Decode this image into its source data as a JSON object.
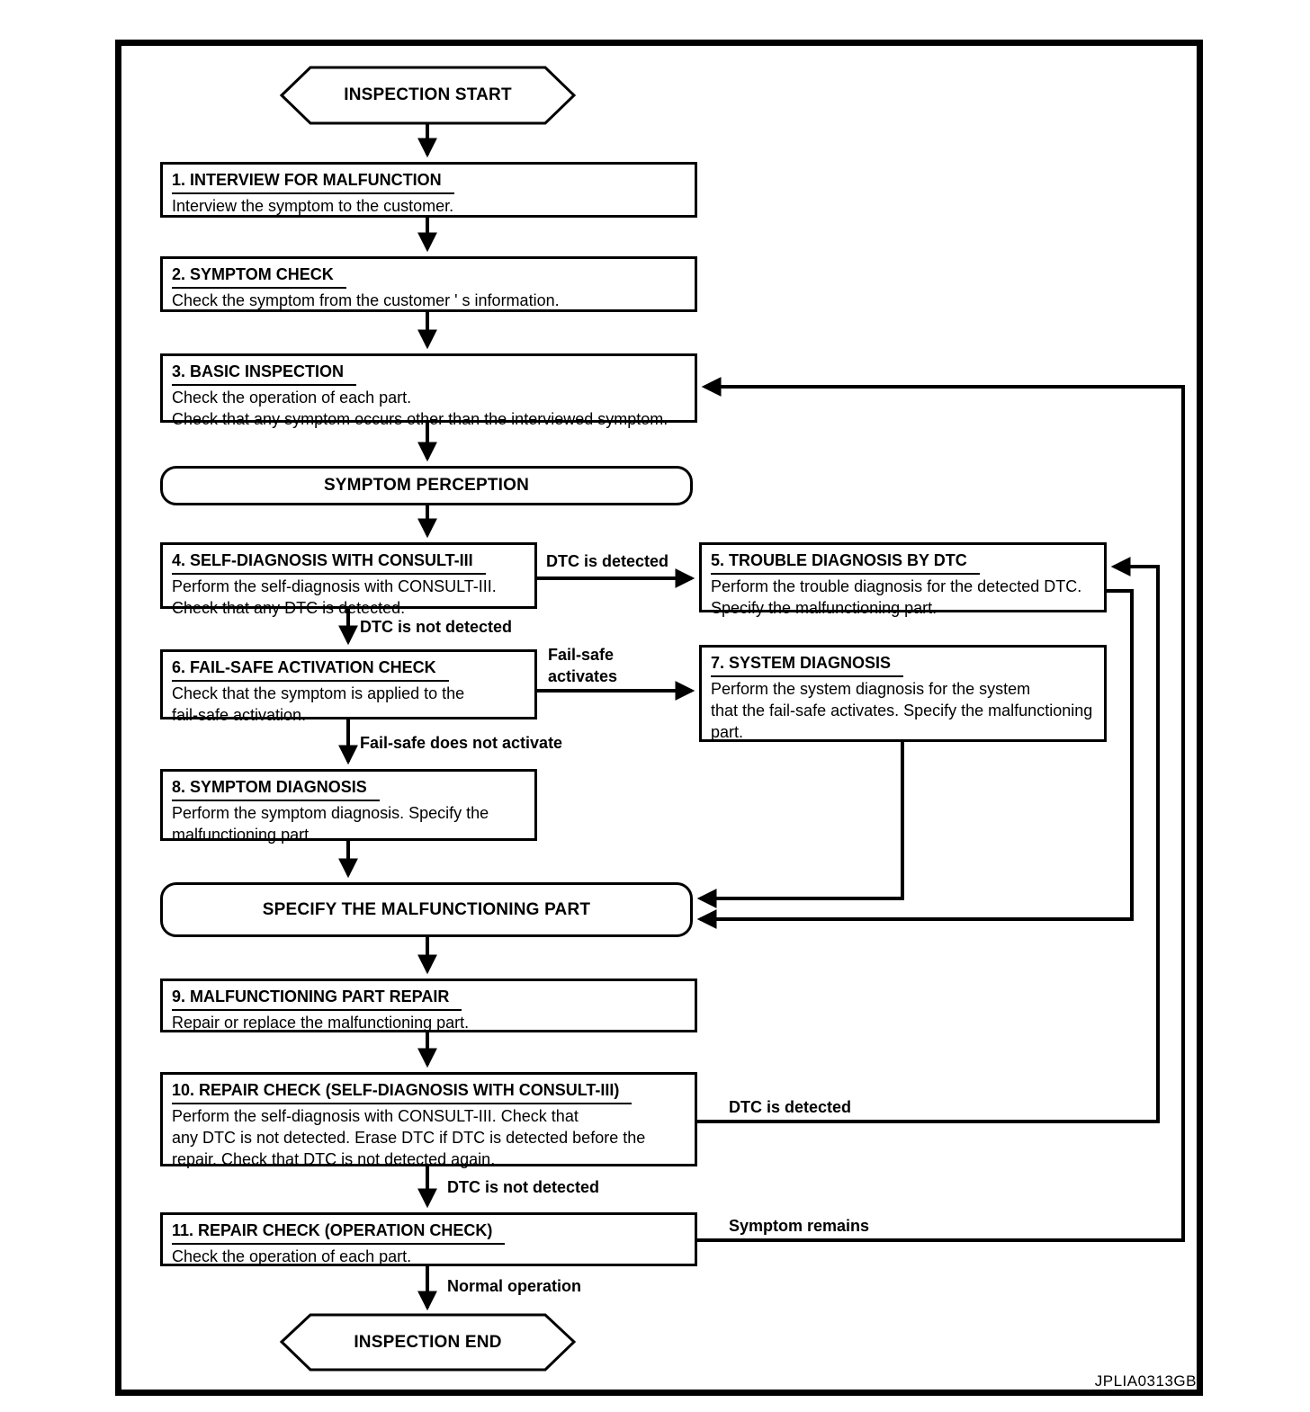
{
  "diagram": {
    "watermark": "JPLIA0313GB",
    "colors": {
      "line": "#000000",
      "background": "#ffffff"
    },
    "terminals": {
      "start": "INSPECTION START",
      "end": "INSPECTION END"
    },
    "connectors": {
      "perception": "SYMPTOM PERCEPTION",
      "specify": "SPECIFY THE MALFUNCTIONING PART"
    },
    "steps": [
      {
        "title": "1. INTERVIEW FOR MALFUNCTION",
        "body": "Interview the symptom to the customer."
      },
      {
        "title": "2. SYMPTOM CHECK",
        "body": "Check the symptom from the customer ' s information."
      },
      {
        "title": "3. BASIC INSPECTION",
        "body": "Check the operation of each part.\nCheck that any symptom occurs other than the interviewed symptom."
      },
      {
        "title": "4. SELF-DIAGNOSIS WITH CONSULT-III",
        "body": "Perform the self-diagnosis with CONSULT-III.\nCheck that any DTC is detected."
      },
      {
        "title": "5. TROUBLE DIAGNOSIS BY DTC",
        "body": "Perform the trouble diagnosis for the detected DTC.\nSpecify the malfunctioning part."
      },
      {
        "title": "6. FAIL-SAFE ACTIVATION CHECK",
        "body": "Check that the symptom is applied to the\nfail-safe activation."
      },
      {
        "title": "7. SYSTEM DIAGNOSIS",
        "body": "Perform the system diagnosis for the system\nthat the fail-safe activates. Specify the malfunctioning\npart."
      },
      {
        "title": "8. SYMPTOM DIAGNOSIS",
        "body": "Perform the symptom diagnosis. Specify the\nmalfunctioning part."
      },
      {
        "title": "9. MALFUNCTIONING PART REPAIR",
        "body": "Repair or replace the malfunctioning part."
      },
      {
        "title": "10. REPAIR CHECK (SELF-DIAGNOSIS WITH CONSULT-III)",
        "body": "Perform the self-diagnosis with CONSULT-III. Check that\nany DTC is not detected. Erase DTC if DTC is detected before the\nrepair. Check that DTC is not detected again."
      },
      {
        "title": "11. REPAIR CHECK (OPERATION CHECK)",
        "body": "Check the operation of each part."
      }
    ],
    "edge_labels": {
      "dtc_detected": "DTC is detected",
      "dtc_not_detected": "DTC is not detected",
      "fail_safe_activates": "Fail-safe\nactivates",
      "fail_safe_does_not_activate": "Fail-safe does not activate",
      "dtc_detected_repair": "DTC is detected",
      "dtc_not_detected_repair": "DTC is not detected",
      "symptom_remains": "Symptom remains",
      "normal_operation": "Normal operation"
    }
  }
}
